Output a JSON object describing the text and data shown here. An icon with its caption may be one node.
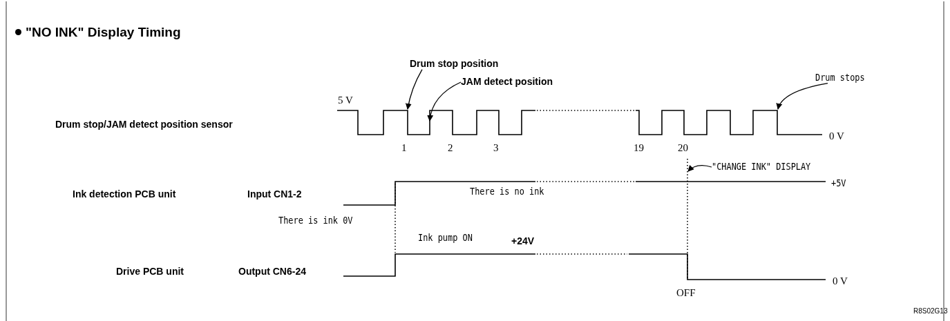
{
  "diagram": {
    "title": "\"NO INK\" Display Timing",
    "nodes": [
      {
        "text": [
          "Drum stop position"
        ]
      },
      {
        "text": [
          "JAM detect position"
        ]
      },
      {
        "text": [
          "Drum stops"
        ]
      },
      {
        "text": [
          "\"CHANGE INK\" DISPLAY"
        ]
      }
    ],
    "edges": [
      {
        "from": 0,
        "to": null,
        "arrow": "to"
      },
      {
        "from": 1,
        "to": null,
        "arrow": "to"
      },
      {
        "from": 2,
        "to": null,
        "arrow": "to"
      },
      {
        "from": 3,
        "to": null,
        "arrow": "to"
      }
    ],
    "labels": [
      "Drum stop/JAM detect position sensor",
      "5 V",
      "1",
      "2",
      "3",
      "19",
      "20",
      "0 V",
      "Ink detection PCB unit",
      "Input CN1-2",
      "There is no ink",
      "+5V",
      "There is ink 0V",
      "Ink pump ON",
      "+24V",
      "Drive PCB unit",
      "Output CN6-24",
      "0 V",
      "OFF",
      "R8S02G13"
    ]
  }
}
